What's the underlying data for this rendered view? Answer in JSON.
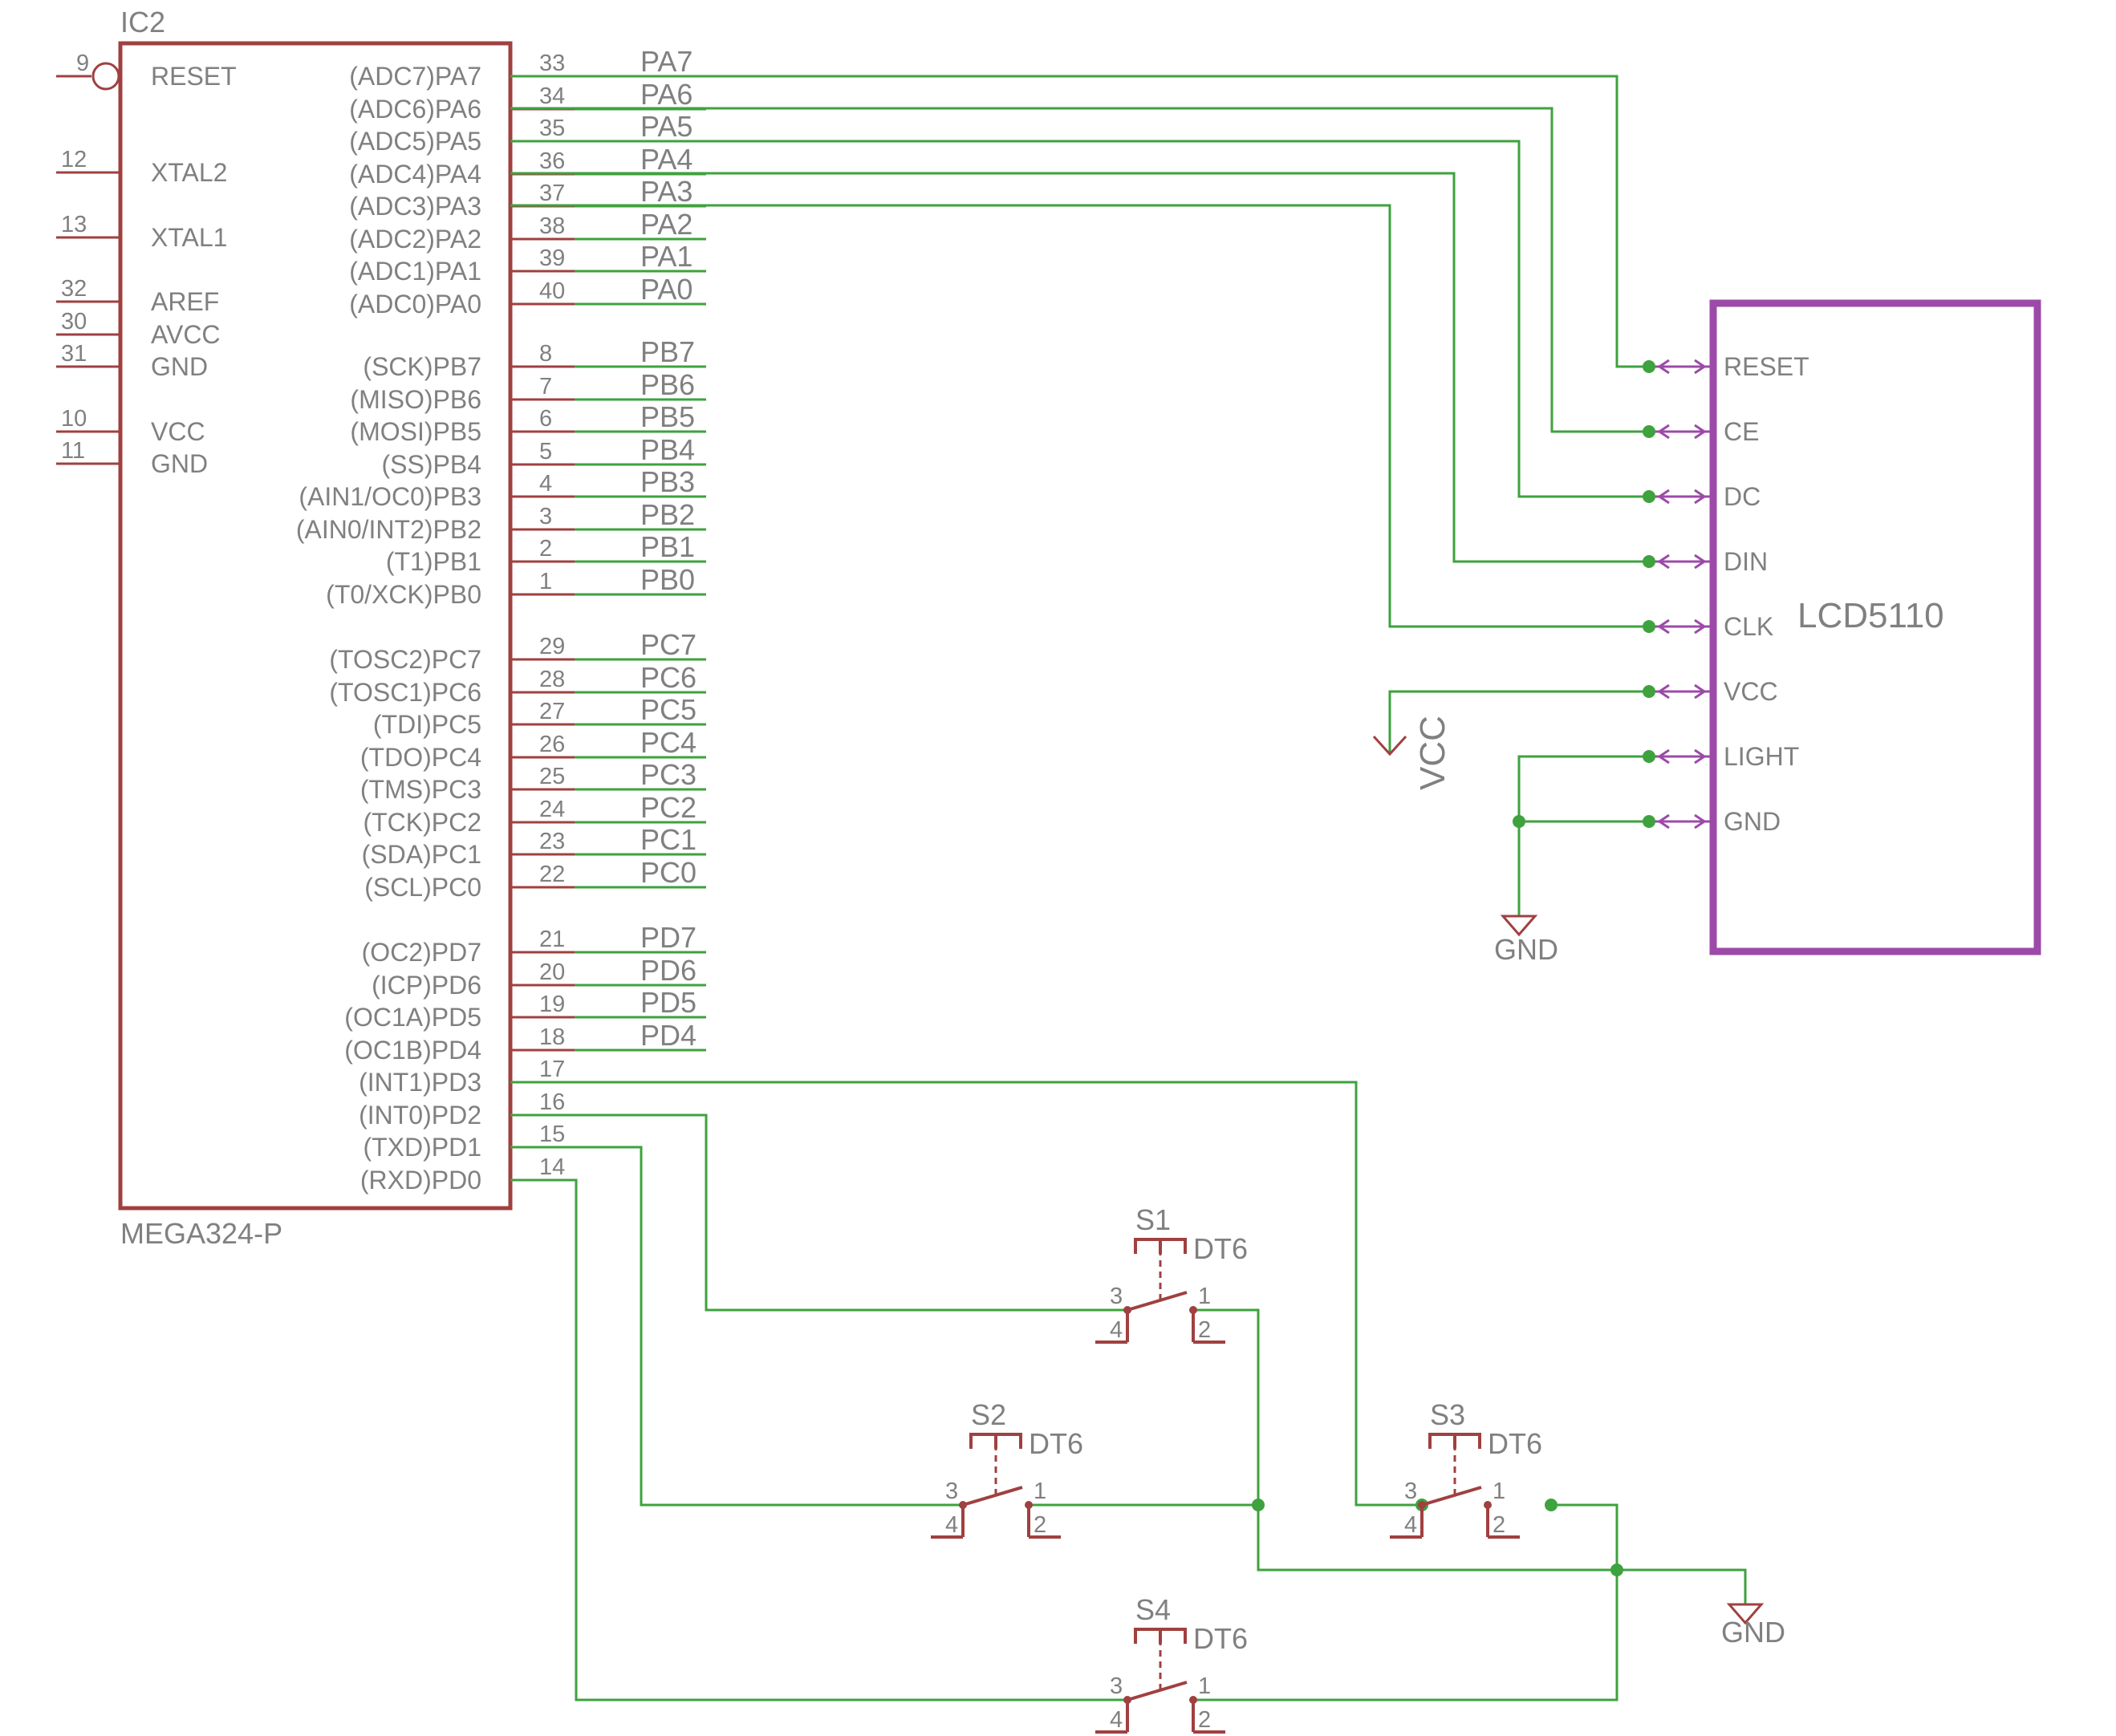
{
  "ic": {
    "ref": "IC2",
    "part": "MEGA324-P",
    "left_pins": [
      {
        "num": "9",
        "name": "RESET"
      },
      {
        "num": "12",
        "name": "XTAL2"
      },
      {
        "num": "13",
        "name": "XTAL1"
      },
      {
        "num": "32",
        "name": "AREF"
      },
      {
        "num": "30",
        "name": "AVCC"
      },
      {
        "num": "31",
        "name": "GND"
      },
      {
        "num": "10",
        "name": "VCC"
      },
      {
        "num": "11",
        "name": "GND"
      }
    ],
    "right_pins": [
      {
        "num": "33",
        "name": "(ADC7)PA7",
        "net": "PA7"
      },
      {
        "num": "34",
        "name": "(ADC6)PA6",
        "net": "PA6"
      },
      {
        "num": "35",
        "name": "(ADC5)PA5",
        "net": "PA5"
      },
      {
        "num": "36",
        "name": "(ADC4)PA4",
        "net": "PA4"
      },
      {
        "num": "37",
        "name": "(ADC3)PA3",
        "net": "PA3"
      },
      {
        "num": "38",
        "name": "(ADC2)PA2",
        "net": "PA2"
      },
      {
        "num": "39",
        "name": "(ADC1)PA1",
        "net": "PA1"
      },
      {
        "num": "40",
        "name": "(ADC0)PA0",
        "net": "PA0"
      },
      {
        "num": "8",
        "name": "(SCK)PB7",
        "net": "PB7"
      },
      {
        "num": "7",
        "name": "(MISO)PB6",
        "net": "PB6"
      },
      {
        "num": "6",
        "name": "(MOSI)PB5",
        "net": "PB5"
      },
      {
        "num": "5",
        "name": "(SS)PB4",
        "net": "PB4"
      },
      {
        "num": "4",
        "name": "(AIN1/OC0)PB3",
        "net": "PB3"
      },
      {
        "num": "3",
        "name": "(AIN0/INT2)PB2",
        "net": "PB2"
      },
      {
        "num": "2",
        "name": "(T1)PB1",
        "net": "PB1"
      },
      {
        "num": "1",
        "name": "(T0/XCK)PB0",
        "net": "PB0"
      },
      {
        "num": "29",
        "name": "(TOSC2)PC7",
        "net": "PC7"
      },
      {
        "num": "28",
        "name": "(TOSC1)PC6",
        "net": "PC6"
      },
      {
        "num": "27",
        "name": "(TDI)PC5",
        "net": "PC5"
      },
      {
        "num": "26",
        "name": "(TDO)PC4",
        "net": "PC4"
      },
      {
        "num": "25",
        "name": "(TMS)PC3",
        "net": "PC3"
      },
      {
        "num": "24",
        "name": "(TCK)PC2",
        "net": "PC2"
      },
      {
        "num": "23",
        "name": "(SDA)PC1",
        "net": "PC1"
      },
      {
        "num": "22",
        "name": "(SCL)PC0",
        "net": "PC0"
      },
      {
        "num": "21",
        "name": "(OC2)PD7",
        "net": "PD7"
      },
      {
        "num": "20",
        "name": "(ICP)PD6",
        "net": "PD6"
      },
      {
        "num": "19",
        "name": "(OC1A)PD5",
        "net": "PD5"
      },
      {
        "num": "18",
        "name": "(OC1B)PD4",
        "net": "PD4"
      },
      {
        "num": "17",
        "name": "(INT1)PD3",
        "net": ""
      },
      {
        "num": "16",
        "name": "(INT0)PD2",
        "net": ""
      },
      {
        "num": "15",
        "name": "(TXD)PD1",
        "net": ""
      },
      {
        "num": "14",
        "name": "(RXD)PD0",
        "net": ""
      }
    ]
  },
  "lcd": {
    "name": "LCD5110",
    "pins": [
      "RESET",
      "CE",
      "DC",
      "DIN",
      "CLK",
      "VCC",
      "LIGHT",
      "GND"
    ]
  },
  "power": {
    "vcc_label": "VCC",
    "gnd_label": "GND"
  },
  "switches": [
    {
      "ref": "S1",
      "value": "DT6"
    },
    {
      "ref": "S2",
      "value": "DT6"
    },
    {
      "ref": "S3",
      "value": "DT6"
    },
    {
      "ref": "S4",
      "value": "DT6"
    }
  ],
  "switch_pins": [
    "3",
    "4",
    "1",
    "2"
  ],
  "colors": {
    "symbol": "#a04040",
    "wire": "#3ea23e",
    "lcd": "#9c4aa8",
    "text": "#808080"
  }
}
